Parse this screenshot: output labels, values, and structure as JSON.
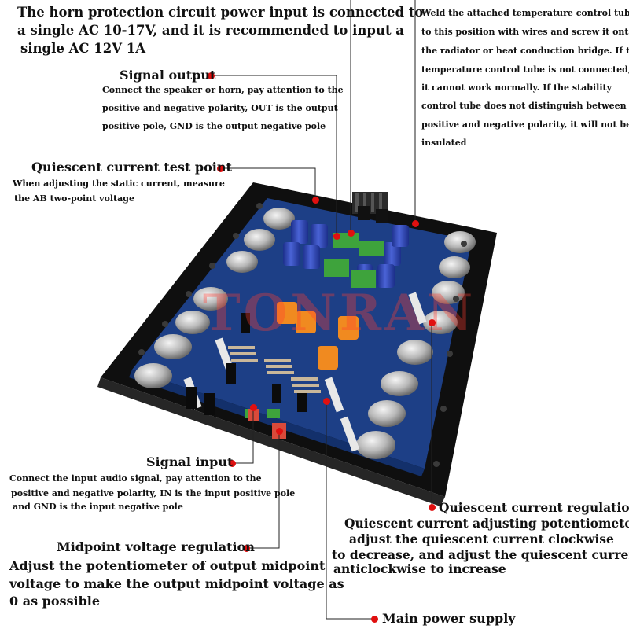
{
  "annotations": {
    "horn_protection": {
      "lines": [
        "The horn protection circuit power input is connected to",
        "a single AC 10-17V, and it is recommended to input a",
        "single AC 12V 1A"
      ]
    },
    "temperature_tube": {
      "lines": [
        "Weld the attached temperature control tube",
        "to this position with wires and screw it onto",
        "the radiator or heat conduction bridge. If the",
        "temperature control tube is not connected,",
        "it cannot work normally. If the stability",
        "control tube does not distinguish between",
        "positive and negative polarity, it will not be",
        "insulated"
      ]
    },
    "signal_output": {
      "title": "Signal output",
      "lines": [
        "Connect the speaker or horn, pay attention to the",
        "positive and negative polarity, OUT is the output",
        "positive pole, GND is the output negative pole"
      ]
    },
    "quiescent_test": {
      "title": "Quiescent current test point",
      "lines": [
        "When adjusting the static current, measure",
        "the AB two-point voltage"
      ]
    },
    "signal_input": {
      "title": "Signal input",
      "lines": [
        "Connect the input audio signal,  pay attention to the",
        "positive and negative polarity,  IN is the input positive pole",
        "and GND is the input negative pole"
      ]
    },
    "quiescent_regulation": {
      "title": "Quiescent current regulation",
      "lines": [
        "Quiescent current adjusting potentiometer,",
        "adjust the quiescent current clockwise",
        "to decrease, and adjust the quiescent current",
        "anticlockwise to increase"
      ]
    },
    "midpoint_regulation": {
      "title": "Midpoint voltage regulation",
      "lines": [
        "Adjust the potentiometer of output midpoint",
        "voltage to make the output midpoint voltage as",
        "0 as possible"
      ]
    },
    "main_power": {
      "title": "Main power supply"
    }
  },
  "watermark": "TONRAN",
  "colors": {
    "marker": "#e01010",
    "pcb": "#1d3f86",
    "heatsink": "#111111",
    "capacitor": "#2b3fa8",
    "terminal": "#3ea33c"
  }
}
